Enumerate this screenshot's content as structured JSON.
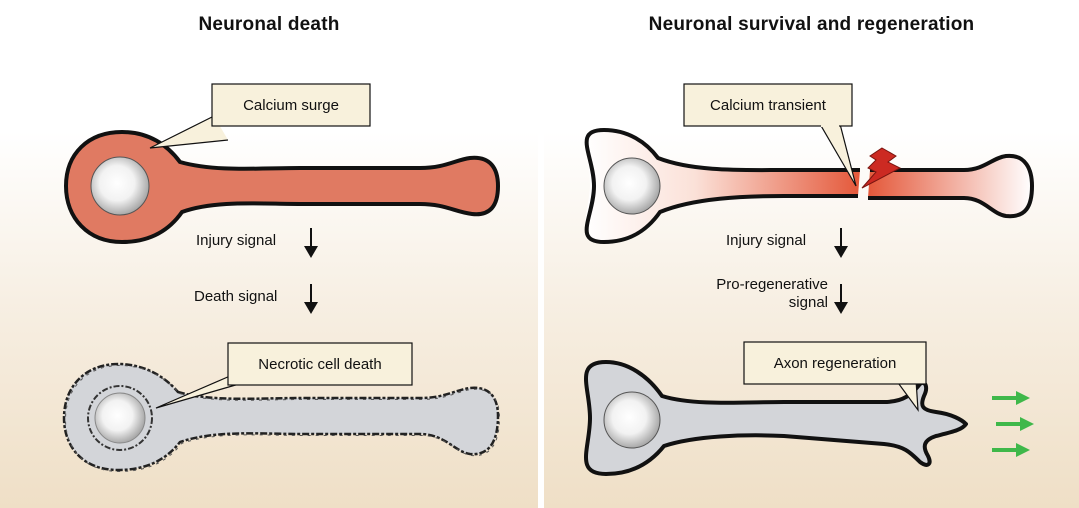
{
  "left_panel": {
    "title": "Neuronal death",
    "callout_top": "Calcium surge",
    "signal_1": "Injury signal",
    "signal_2": "Death signal",
    "callout_bottom": "Necrotic cell death"
  },
  "right_panel": {
    "title": "Neuronal survival and regeneration",
    "callout_top": "Calcium transient",
    "signal_1": "Injury signal",
    "signal_2": "Pro-regenerative signal",
    "callout_bottom": "Axon regeneration"
  },
  "colors": {
    "calcium_fill": "#e07a62",
    "dead_fill": "#d3d5d9",
    "callout_fill": "#f8f1dc",
    "lightning": "#cc2a22",
    "growth_arrow": "#3fb84a"
  }
}
